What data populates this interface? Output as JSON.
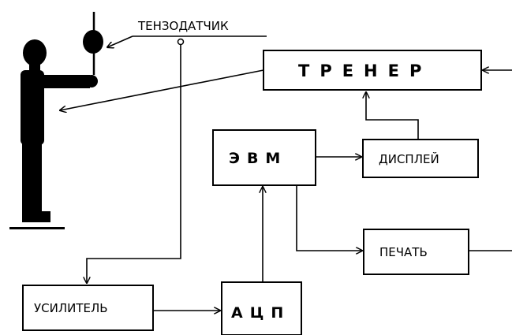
{
  "title": "",
  "nodes": {
    "sensor_label": "ТЕНЗОДАТЧИК",
    "trainer": "ТРЕНЕР",
    "computer": "ЭВМ",
    "display": "ДИСПЛЕЙ",
    "printer": "ПЕЧАТЬ",
    "amplifier": "УСИЛИТЕЛЬ",
    "adc": "АЦП"
  },
  "figure": {
    "icon": "athlete-silhouette-icon"
  },
  "colors": {
    "ink": "#000000",
    "background": "#ffffff"
  }
}
